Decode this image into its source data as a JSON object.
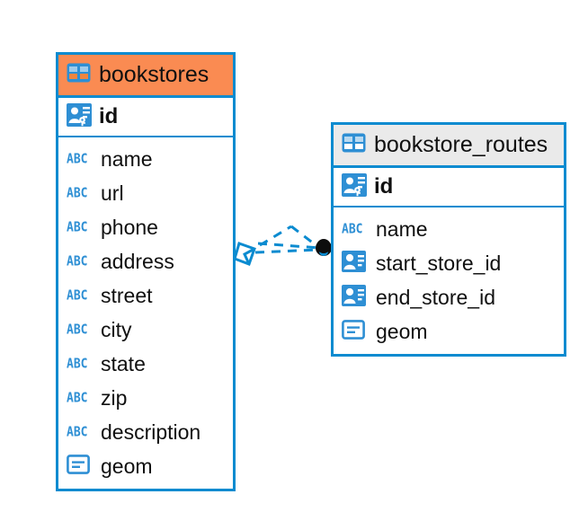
{
  "diagram": {
    "type": "entity-relationship-diagram",
    "background_color": "#ffffff",
    "accent_color": "#0b8bd0",
    "selected_header_color": "#fa8b52",
    "header_color": "#eaeaea",
    "entities": [
      {
        "name": "bookstores",
        "selected": true,
        "table_icon": "table-icon",
        "primary_key": {
          "label": "id",
          "icon": "primary-key-icon"
        },
        "fields": [
          {
            "label": "name",
            "icon": "abc-icon",
            "icon_text": "ABC"
          },
          {
            "label": "url",
            "icon": "abc-icon",
            "icon_text": "ABC"
          },
          {
            "label": "phone",
            "icon": "abc-icon",
            "icon_text": "ABC"
          },
          {
            "label": "address",
            "icon": "abc-icon",
            "icon_text": "ABC"
          },
          {
            "label": "street",
            "icon": "abc-icon",
            "icon_text": "ABC"
          },
          {
            "label": "city",
            "icon": "abc-icon",
            "icon_text": "ABC"
          },
          {
            "label": "state",
            "icon": "abc-icon",
            "icon_text": "ABC"
          },
          {
            "label": "zip",
            "icon": "abc-icon",
            "icon_text": "ABC"
          },
          {
            "label": "description",
            "icon": "abc-icon",
            "icon_text": "ABC"
          },
          {
            "label": "geom",
            "icon": "geometry-icon"
          }
        ]
      },
      {
        "name": "bookstore_routes",
        "selected": false,
        "table_icon": "table-icon",
        "primary_key": {
          "label": "id",
          "icon": "primary-key-icon"
        },
        "fields": [
          {
            "label": "name",
            "icon": "abc-icon",
            "icon_text": "ABC"
          },
          {
            "label": "start_store_id",
            "icon": "foreign-key-icon"
          },
          {
            "label": "end_store_id",
            "icon": "foreign-key-icon"
          },
          {
            "label": "geom",
            "icon": "geometry-icon"
          }
        ]
      }
    ],
    "relationship": {
      "style": "dashed",
      "color": "#0b8bd0",
      "source_marker": "many-diamond-marker",
      "target_marker": "one-dot-marker",
      "target_marker_color": "#000000"
    }
  }
}
